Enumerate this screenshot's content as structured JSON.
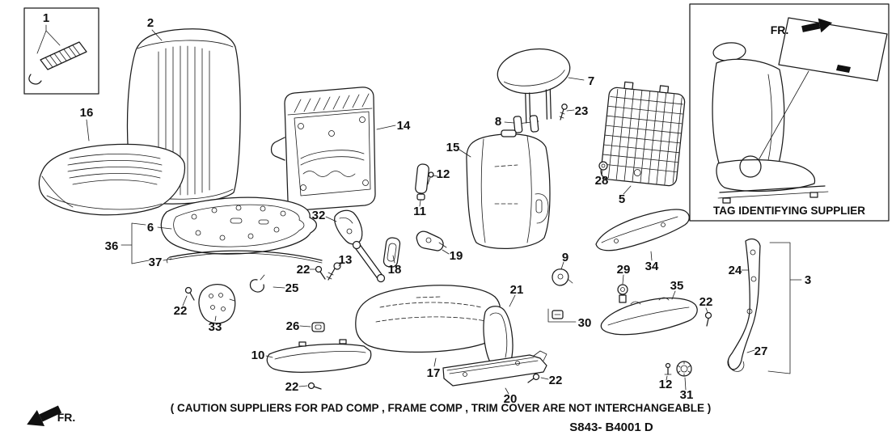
{
  "colors": {
    "ink": "#1b1b1b",
    "paper": "#ffffff"
  },
  "labels": {
    "fr_top": "FR.",
    "fr_bottom": "FR.",
    "tag_caption": "TAG IDENTIFYING SUPPLIER",
    "caution": "( CAUTION  SUPPLIERS FOR PAD COMP , FRAME COMP , TRIM COVER ARE NOT INTERCHANGEABLE )",
    "diagram_code": "S843- B4001 D"
  },
  "callouts": [
    {
      "label": "1"
    },
    {
      "label": "2"
    },
    {
      "label": "16"
    },
    {
      "label": "14"
    },
    {
      "label": "7"
    },
    {
      "label": "8"
    },
    {
      "label": "23"
    },
    {
      "label": "15"
    },
    {
      "label": "12"
    },
    {
      "label": "11"
    },
    {
      "label": "5"
    },
    {
      "label": "28"
    },
    {
      "label": "36"
    },
    {
      "label": "6"
    },
    {
      "label": "37"
    },
    {
      "label": "32"
    },
    {
      "label": "13"
    },
    {
      "label": "22"
    },
    {
      "label": "18"
    },
    {
      "label": "19"
    },
    {
      "label": "25"
    },
    {
      "label": "33"
    },
    {
      "label": "22"
    },
    {
      "label": "26"
    },
    {
      "label": "10"
    },
    {
      "label": "22"
    },
    {
      "label": "17"
    },
    {
      "label": "21"
    },
    {
      "label": "20"
    },
    {
      "label": "22"
    },
    {
      "label": "9"
    },
    {
      "label": "30"
    },
    {
      "label": "29"
    },
    {
      "label": "34"
    },
    {
      "label": "35"
    },
    {
      "label": "22"
    },
    {
      "label": "12"
    },
    {
      "label": "31"
    },
    {
      "label": "24"
    },
    {
      "label": "3"
    },
    {
      "label": "27"
    }
  ]
}
